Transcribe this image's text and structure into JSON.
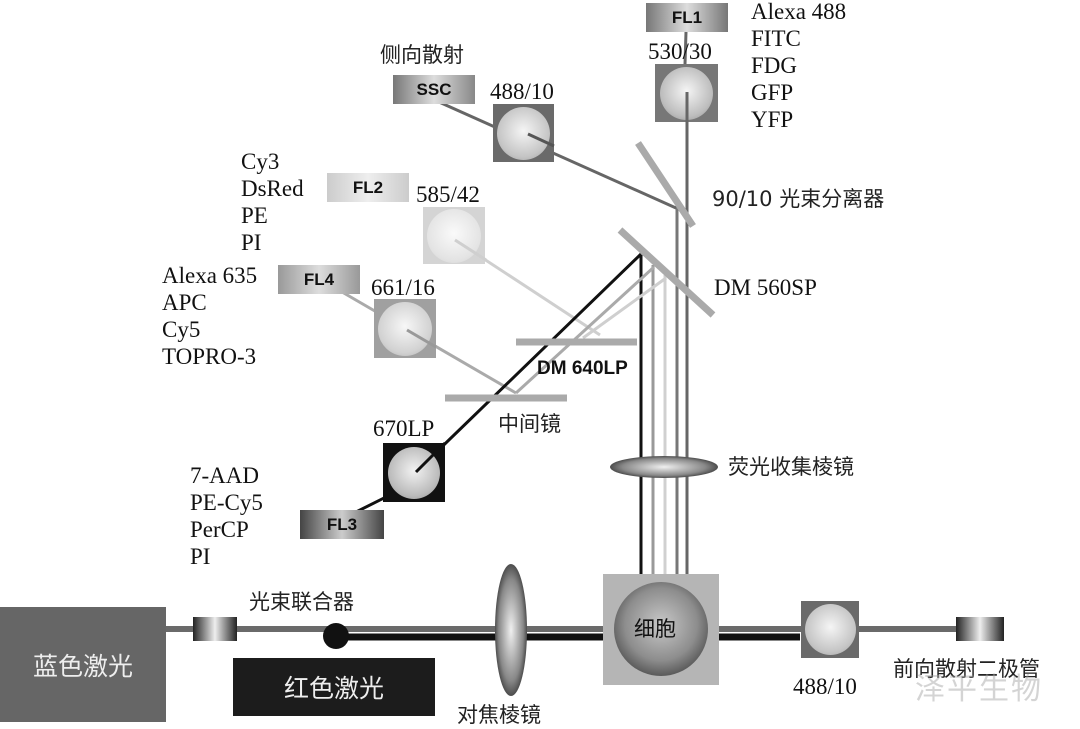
{
  "title": "Flow cytometer optical path diagram",
  "detectors": {
    "fl1": {
      "label": "FL1",
      "filter": "530/30",
      "dyes": [
        "Alexa 488",
        "FITC",
        "FDG",
        "GFP",
        "YFP"
      ]
    },
    "ssc": {
      "label": "SSC",
      "filter": "488/10",
      "name": "侧向散射"
    },
    "fl2": {
      "label": "FL2",
      "filter": "585/42",
      "dyes": [
        "Cy3",
        "DsRed",
        "PE",
        "PI"
      ]
    },
    "fl4": {
      "label": "FL4",
      "filter": "661/16",
      "dyes": [
        "Alexa 635",
        "APC",
        "Cy5",
        "TOPRO-3"
      ]
    },
    "fl3": {
      "label": "FL3",
      "filter": "670LP",
      "dyes": [
        "7-AAD",
        "PE-Cy5",
        "PerCP",
        "PI"
      ]
    },
    "fsc": {
      "filter": "488/10",
      "name": "前向散射二极管"
    }
  },
  "optics": {
    "beam_splitter": "90/10 光束分离器",
    "dm560": "DM 560SP",
    "dm640": "DM 640LP",
    "intermediate_mirror": "中间镜",
    "collection_lens": "荧光收集棱镜",
    "focusing_lens": "对焦棱镜",
    "beam_combiner": "光束联合器",
    "cell": "细胞"
  },
  "lasers": {
    "blue": "蓝色激光",
    "red": "红色激光"
  },
  "watermark": "泽平生物"
}
